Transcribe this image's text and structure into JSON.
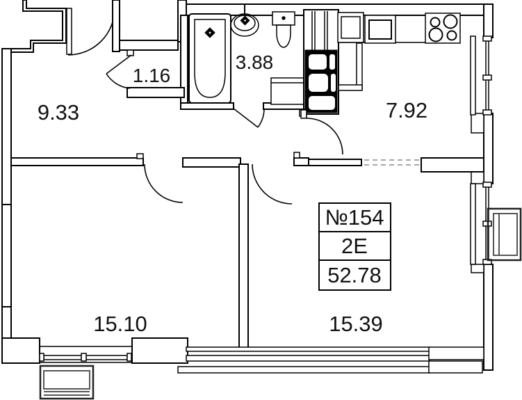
{
  "plan": {
    "unit": {
      "number": "№154",
      "type": "2E",
      "total_area": "52.78"
    },
    "rooms": [
      {
        "id": "hallway",
        "area": "9.33"
      },
      {
        "id": "closet",
        "area": "1.16"
      },
      {
        "id": "bathroom",
        "area": "3.88"
      },
      {
        "id": "kitchen",
        "area": "7.92"
      },
      {
        "id": "living-room",
        "area": "15.10"
      },
      {
        "id": "bedroom",
        "area": "15.39"
      }
    ],
    "colors": {
      "wall": "#000000",
      "background": "#ffffff",
      "dashed_partition": "#9a9a9a",
      "balcony_accent": "#555555"
    }
  }
}
